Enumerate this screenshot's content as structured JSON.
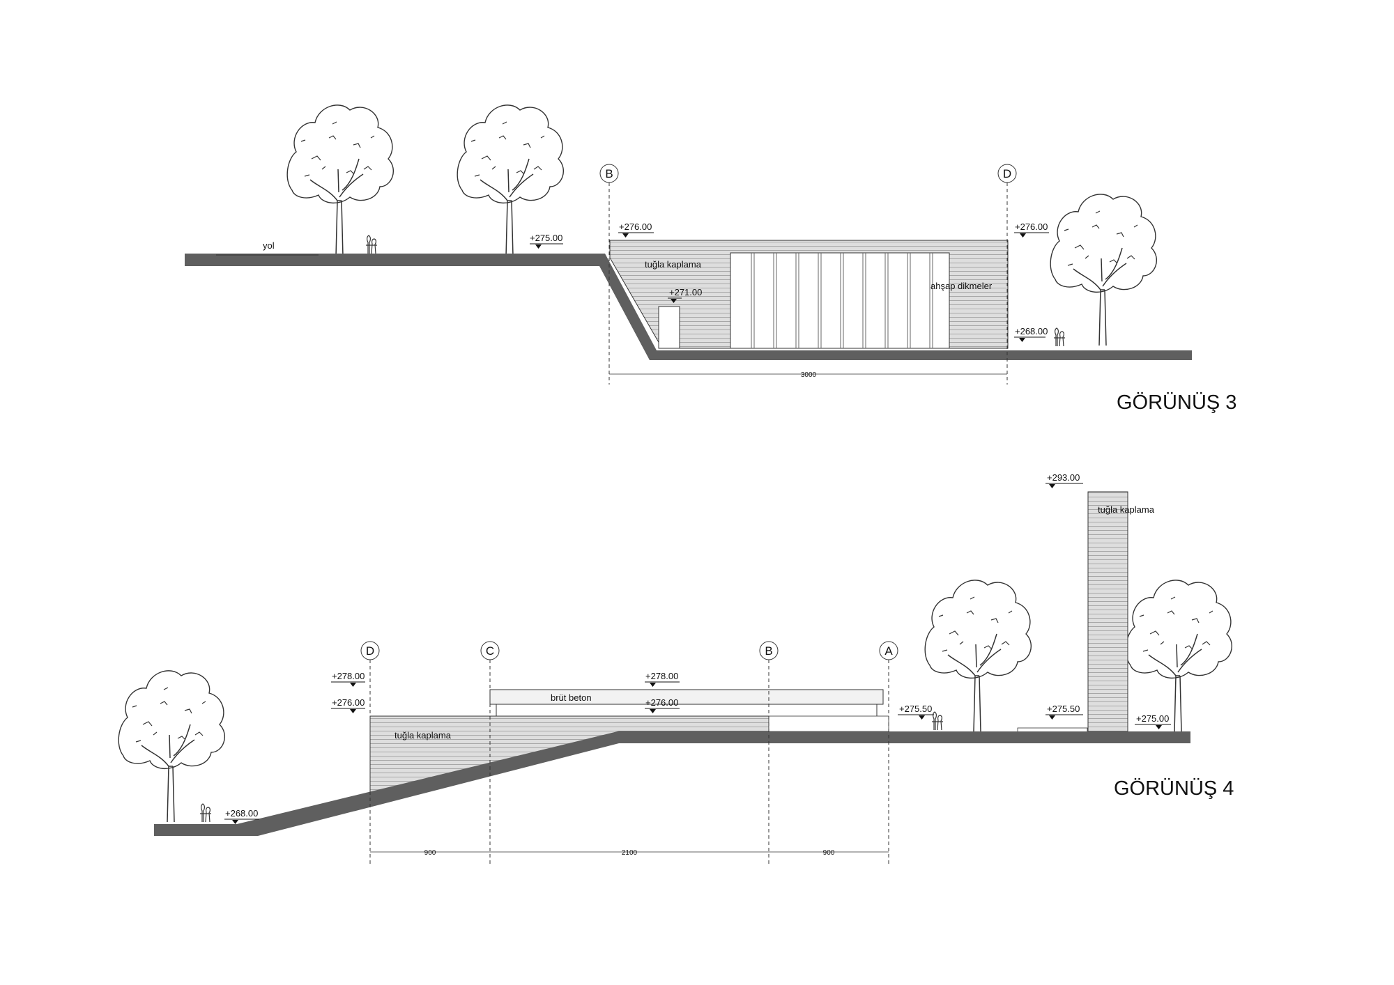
{
  "elevation3": {
    "title": "GÖRÜNÜŞ 3",
    "grid_labels": [
      "B",
      "D"
    ],
    "levels": [
      "+275.00",
      "+276.00",
      "+271.00",
      "+276.00",
      "+268.00"
    ],
    "materials": {
      "road": "yol",
      "brick": "tuğla kaplama",
      "wood": "ahşap dikmeler"
    },
    "dimension": "3000"
  },
  "elevation4": {
    "title": "GÖRÜNÜŞ 4",
    "grid_labels": [
      "D",
      "C",
      "B",
      "A"
    ],
    "levels": [
      "+278.00",
      "+276.00",
      "+278.00",
      "+276.00",
      "+275.50",
      "+293.00",
      "+275.50",
      "+275.00",
      "+268.00"
    ],
    "materials": {
      "brick": "tuğla kaplama",
      "concrete": "brüt beton",
      "tower_brick": "tuğla kaplama"
    },
    "dimensions": [
      "900",
      "2100",
      "900"
    ]
  },
  "colors": {
    "ground": "#5f5f5f",
    "brick_fill": "#dedede",
    "line": "#333333"
  }
}
